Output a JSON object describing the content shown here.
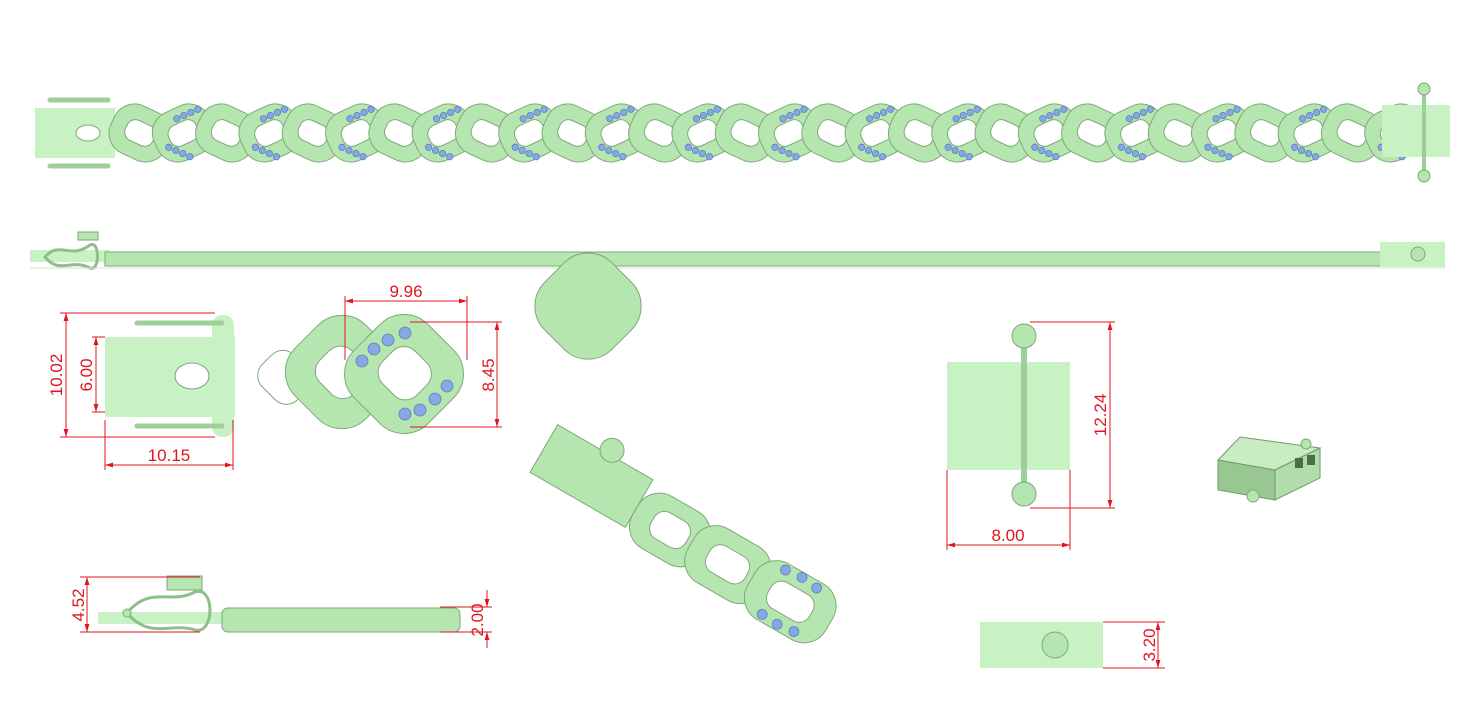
{
  "colors": {
    "metal": "#b6e6b0",
    "stone": "#86a9e6",
    "dimension": "#e0141e"
  },
  "dimensions": {
    "top_view_link_width": "9.96",
    "top_view_overall_height": "10.02",
    "top_view_clasp_height": "6.00",
    "top_view_link_height": "8.45",
    "top_view_clasp_length": "10.15",
    "box_height": "12.24",
    "box_width": "8.00",
    "side_view_clasp_height": "4.52",
    "side_view_link_thickness": "2.00",
    "end_view_height": "3.20"
  }
}
